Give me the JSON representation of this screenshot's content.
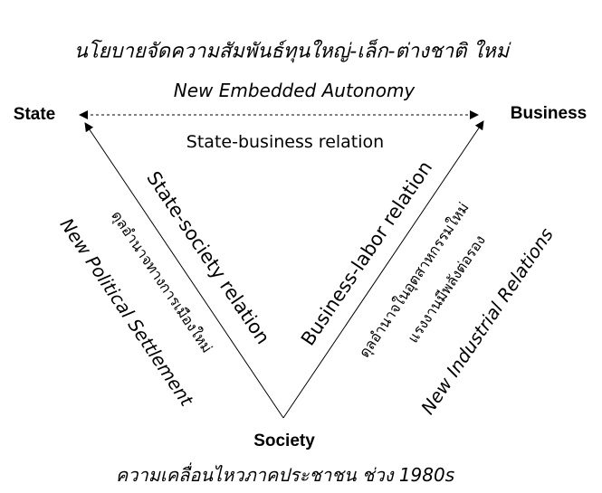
{
  "title_thai": "นโยบายจัดความสัมพันธ์ทุนใหญ่-เล็ก-ต่างชาติ ใหม่",
  "title_en": "New Embedded Autonomy",
  "nodes": {
    "state": "State",
    "business": "Business",
    "society": "Society"
  },
  "edges": {
    "state_business": "State-business relation",
    "state_society": "State-society relation",
    "business_labor": "Business-labor relation"
  },
  "left_notes": {
    "thai": "ดุลอำนาจทางการเมืองใหม่",
    "en": "New Political Settlement"
  },
  "right_notes": {
    "thai_1": "ดุลอำนาจในอุตสาหกรรมใหม่",
    "thai_2": "แรงงานมีพลังต่อรอง",
    "en": "New Industrial Relations"
  },
  "bottom_caption": {
    "thai": "ความเคลื่อนไหวภาคประชาชน ช่วง",
    "period": "1980s"
  }
}
